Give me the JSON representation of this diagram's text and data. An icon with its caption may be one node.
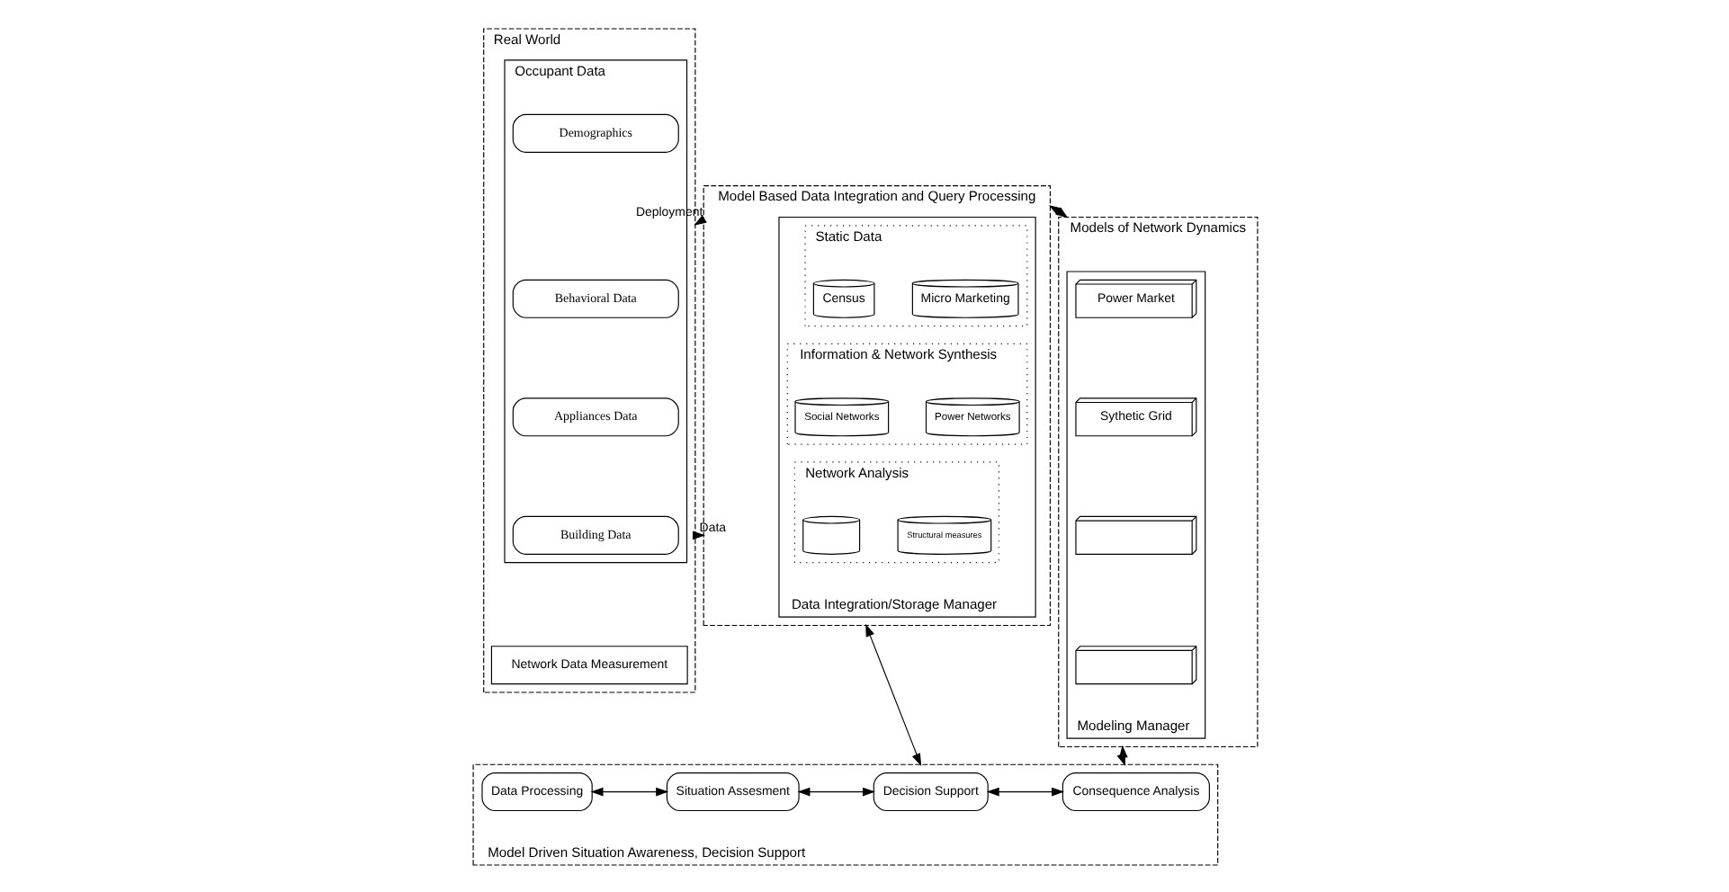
{
  "diagram": {
    "nodes": [
      {
        "text": [
          "Real World"
        ]
      },
      {
        "text": [
          "Occupant Data"
        ],
        "in": 0
      },
      {
        "text": [
          "Demographics"
        ],
        "in": 1
      },
      {
        "text": [
          "Behavioral Data"
        ],
        "in": 1
      },
      {
        "text": [
          "Appliances Data"
        ],
        "in": 1
      },
      {
        "text": [
          "Building Data"
        ],
        "in": 1
      },
      {
        "text": [
          "Network Data Measurement"
        ],
        "in": 0
      },
      {
        "text": [
          "Model Based Data Integration and Query Processing"
        ]
      },
      {
        "text": [
          "Data Integration/Storage Manager"
        ],
        "in": 7
      },
      {
        "text": [
          "Static Data"
        ],
        "in": 8
      },
      {
        "text": [
          "Micro Marketing"
        ],
        "in": 9
      },
      {
        "text": [
          "Census"
        ],
        "in": 9
      },
      {
        "text": [
          "Information & Network Synthesis"
        ],
        "in": 8
      },
      {
        "text": [
          "Power Networks"
        ],
        "in": 12
      },
      {
        "text": [
          "Social Networks"
        ],
        "in": 12
      },
      {
        "text": [
          "Network Analysis"
        ],
        "in": 8
      },
      {
        "text": [],
        "shape": "cylinder",
        "in": 15
      },
      {
        "text": [
          "Structural measures"
        ],
        "in": 15
      },
      {
        "text": [
          "Models of Network Dynamics"
        ]
      },
      {
        "text": [
          "Modeling Manager"
        ],
        "in": 18
      },
      {
        "text": [
          "Power Market"
        ],
        "in": 19
      },
      {
        "text": [
          "Sythetic Grid"
        ],
        "in": 19
      },
      {
        "text": [],
        "shape": "box",
        "in": 19
      },
      {
        "text": [],
        "shape": "box",
        "in": 19
      },
      {
        "text": [
          "Model Driven Situation Awareness, Decision Support"
        ]
      },
      {
        "text": [
          "Data Processing"
        ],
        "in": 24
      },
      {
        "text": [
          "Situation Assesment"
        ],
        "in": 24
      },
      {
        "text": [
          "Decision Support"
        ],
        "in": 24
      },
      {
        "text": [
          "Consequence Analysis"
        ],
        "in": 24
      }
    ],
    "edges": [
      {
        "from": 7,
        "to": 0,
        "arrow": "to",
        "label": "Deployment"
      },
      {
        "from": 0,
        "to": 7,
        "arrow": "to",
        "label": "Data"
      },
      {
        "from": 7,
        "to": 18,
        "arrow": "both"
      },
      {
        "from": 7,
        "to": 24,
        "arrow": "both"
      },
      {
        "from": 18,
        "to": 24,
        "arrow": "both"
      },
      {
        "from": 25,
        "to": 26,
        "arrow": "both"
      },
      {
        "from": 26,
        "to": 27,
        "arrow": "both"
      },
      {
        "from": 27,
        "to": 28,
        "arrow": "both"
      }
    ]
  }
}
